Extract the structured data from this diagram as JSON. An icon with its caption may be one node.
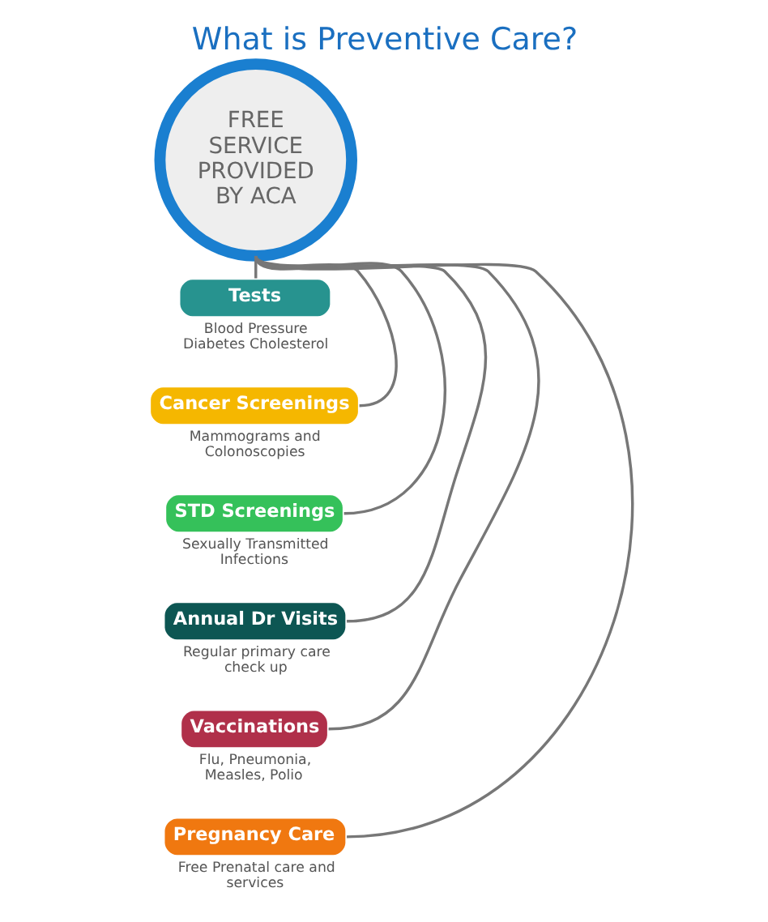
{
  "diagram": {
    "title": "What is Preventive Care?",
    "nodes": [
      {
        "text": [
          "FREE SERVICE PROVIDED BY ACA"
        ]
      },
      {
        "text": [
          "Tests"
        ],
        "beside": [
          "Blood Pressure Diabetes Cholesterol"
        ]
      },
      {
        "text": [
          "Cancer Screenings"
        ],
        "beside": [
          "Mammograms and Colonoscopies"
        ]
      },
      {
        "text": [
          "STD Screenings"
        ],
        "beside": [
          "Sexually Transmitted Infections"
        ]
      },
      {
        "text": [
          "Annual Dr Visits"
        ],
        "beside": [
          "Regular primary care check up"
        ]
      },
      {
        "text": [
          "Vaccinations"
        ],
        "beside": [
          "Flu, Pneumonia, Measles, Polio"
        ]
      },
      {
        "text": [
          "Pregnancy Care"
        ],
        "beside": [
          "Free Prenatal care and services"
        ]
      }
    ],
    "edges": [
      {
        "from": 0,
        "to": 1,
        "arrow": "none"
      },
      {
        "from": 0,
        "to": 2,
        "arrow": "none"
      },
      {
        "from": 0,
        "to": 3,
        "arrow": "none"
      },
      {
        "from": 0,
        "to": 4,
        "arrow": "none"
      },
      {
        "from": 0,
        "to": 5,
        "arrow": "none"
      },
      {
        "from": 0,
        "to": 6,
        "arrow": "none"
      }
    ]
  }
}
